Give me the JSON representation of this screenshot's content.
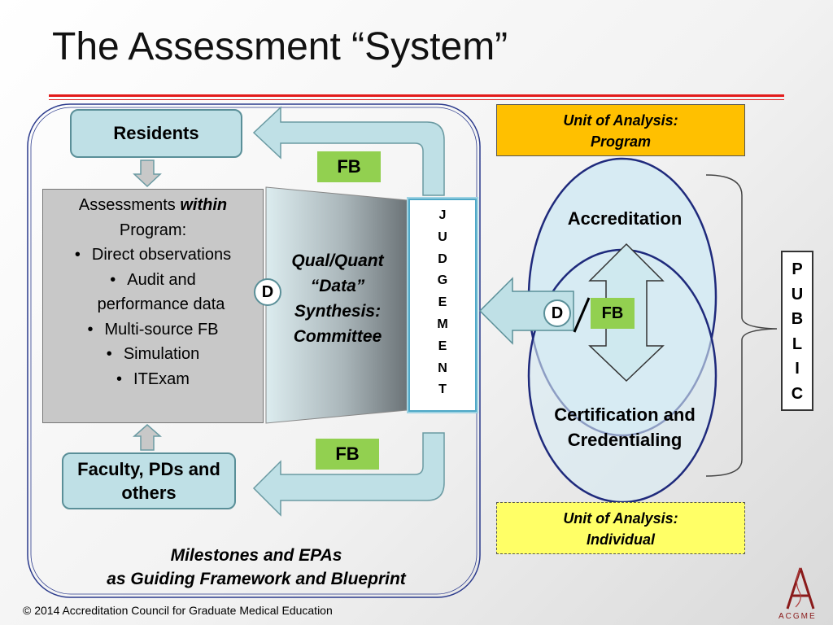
{
  "slide": {
    "title": "The Assessment “System”",
    "copyright": "© 2014 Accreditation Council for Graduate Medical Education",
    "logo_text": "ACGME"
  },
  "diagram": {
    "residents": "Residents",
    "faculty": "Faculty, PDs and others",
    "fb_top": "FB",
    "fb_bottom": "FB",
    "assessments": {
      "heading_prefix": "Assessments",
      "heading_emph": "within",
      "heading_suffix": "Program:",
      "items": [
        "Direct observations",
        "Audit and",
        "performance data",
        "Multi-source FB",
        "Simulation",
        "ITExam"
      ]
    },
    "d_left": "D",
    "synthesis": [
      "Qual/Quant",
      "“Data”",
      "Synthesis:",
      "Committee"
    ],
    "judgement_letters": [
      "J",
      "U",
      "D",
      "G",
      "E",
      "M",
      "E",
      "N",
      "T"
    ],
    "unit_program": [
      "Unit of Analysis:",
      "Program"
    ],
    "unit_individual": [
      "Unit of Analysis:",
      "Individual"
    ],
    "accreditation": "Accreditation",
    "certification": [
      "Certification and",
      "Credentialing"
    ],
    "d_right": "D",
    "fb_right": "FB",
    "public_letters": [
      "P",
      "U",
      "B",
      "L",
      "I",
      "C"
    ],
    "framework": [
      "Milestones and EPAs",
      "as Guiding Framework and Blueprint"
    ],
    "colors": {
      "accent_red": "#e31b1b",
      "pill_fill": "#bfe0e6",
      "fb_green": "#92d050",
      "unit_program_fill": "#ffc000",
      "unit_individual_fill": "#ffff66"
    }
  }
}
